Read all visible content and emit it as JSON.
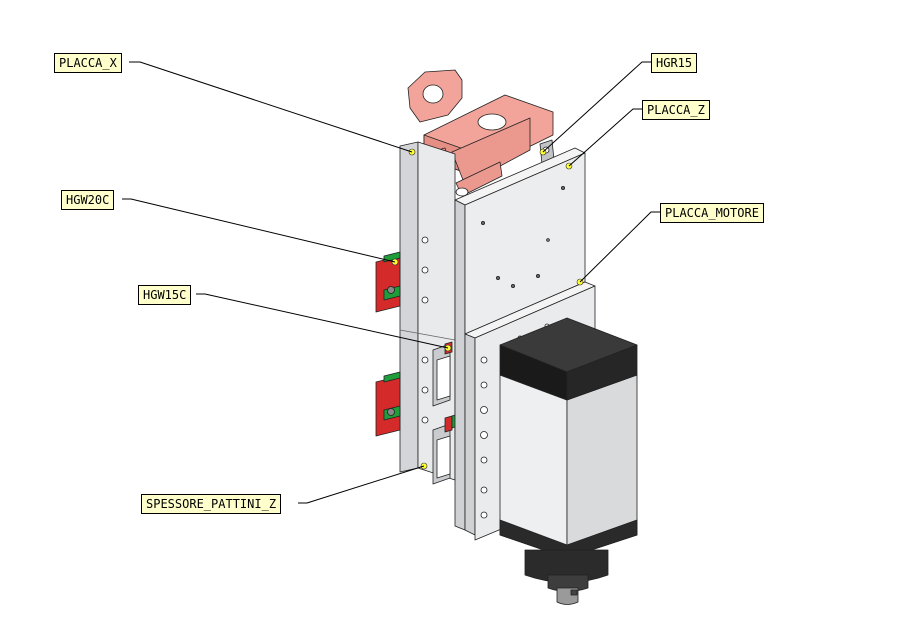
{
  "labels": {
    "placca_x": "PLACCA_X",
    "hgr15": "HGR15",
    "placca_z": "PLACCA_Z",
    "hgw20c": "HGW20C",
    "placca_motore": "PLACCA_MOTORE",
    "hgw15c": "HGW15C",
    "spessore_pattini_z": "SPESSORE_PATTINI_Z"
  },
  "colors": {
    "callout_fill": "#ffffcc",
    "bracket": "#f2a49a",
    "plate": "#e4e5e7",
    "block_red": "#d42a2a",
    "block_green": "#1f9d3a",
    "motor_cap": "#1e1e1e"
  }
}
